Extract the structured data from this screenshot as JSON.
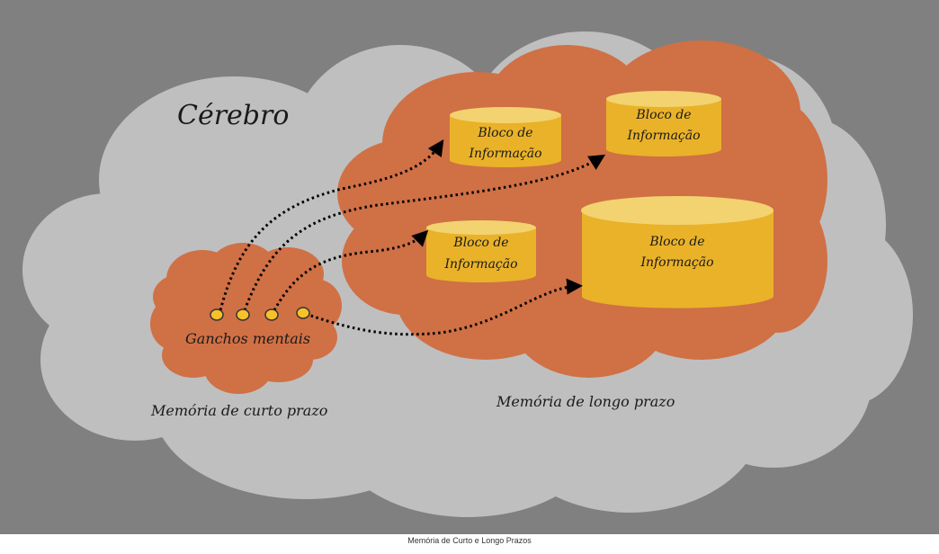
{
  "diagram": {
    "title": "Cérebro",
    "short_term": {
      "cloud_label": "Memória de curto prazo",
      "hooks_label": "Ganchos mentais",
      "hook_count": 4
    },
    "long_term": {
      "cloud_label": "Memória de longo prazo",
      "blocks": [
        {
          "line1": "Bloco de",
          "line2": "Informação"
        },
        {
          "line1": "Bloco de",
          "line2": "Informação"
        },
        {
          "line1": "Bloco de",
          "line2": "Informação"
        },
        {
          "line1": "Bloco de",
          "line2": "Informação"
        }
      ]
    },
    "connections": [
      {
        "from": "hook-1",
        "to": "block-1"
      },
      {
        "from": "hook-2",
        "to": "block-2"
      },
      {
        "from": "hook-3",
        "to": "block-3"
      },
      {
        "from": "hook-4",
        "to": "block-4"
      }
    ],
    "colors": {
      "background": "#808080",
      "brain_cloud": "#bfbfbf",
      "memory_cloud": "#d07045",
      "cylinder_body": "#e9b229",
      "cylinder_top": "#f3d270",
      "hook": "#f8c12a",
      "arrow": "#000000"
    }
  },
  "caption": "Memória de Curto e Longo Prazos"
}
